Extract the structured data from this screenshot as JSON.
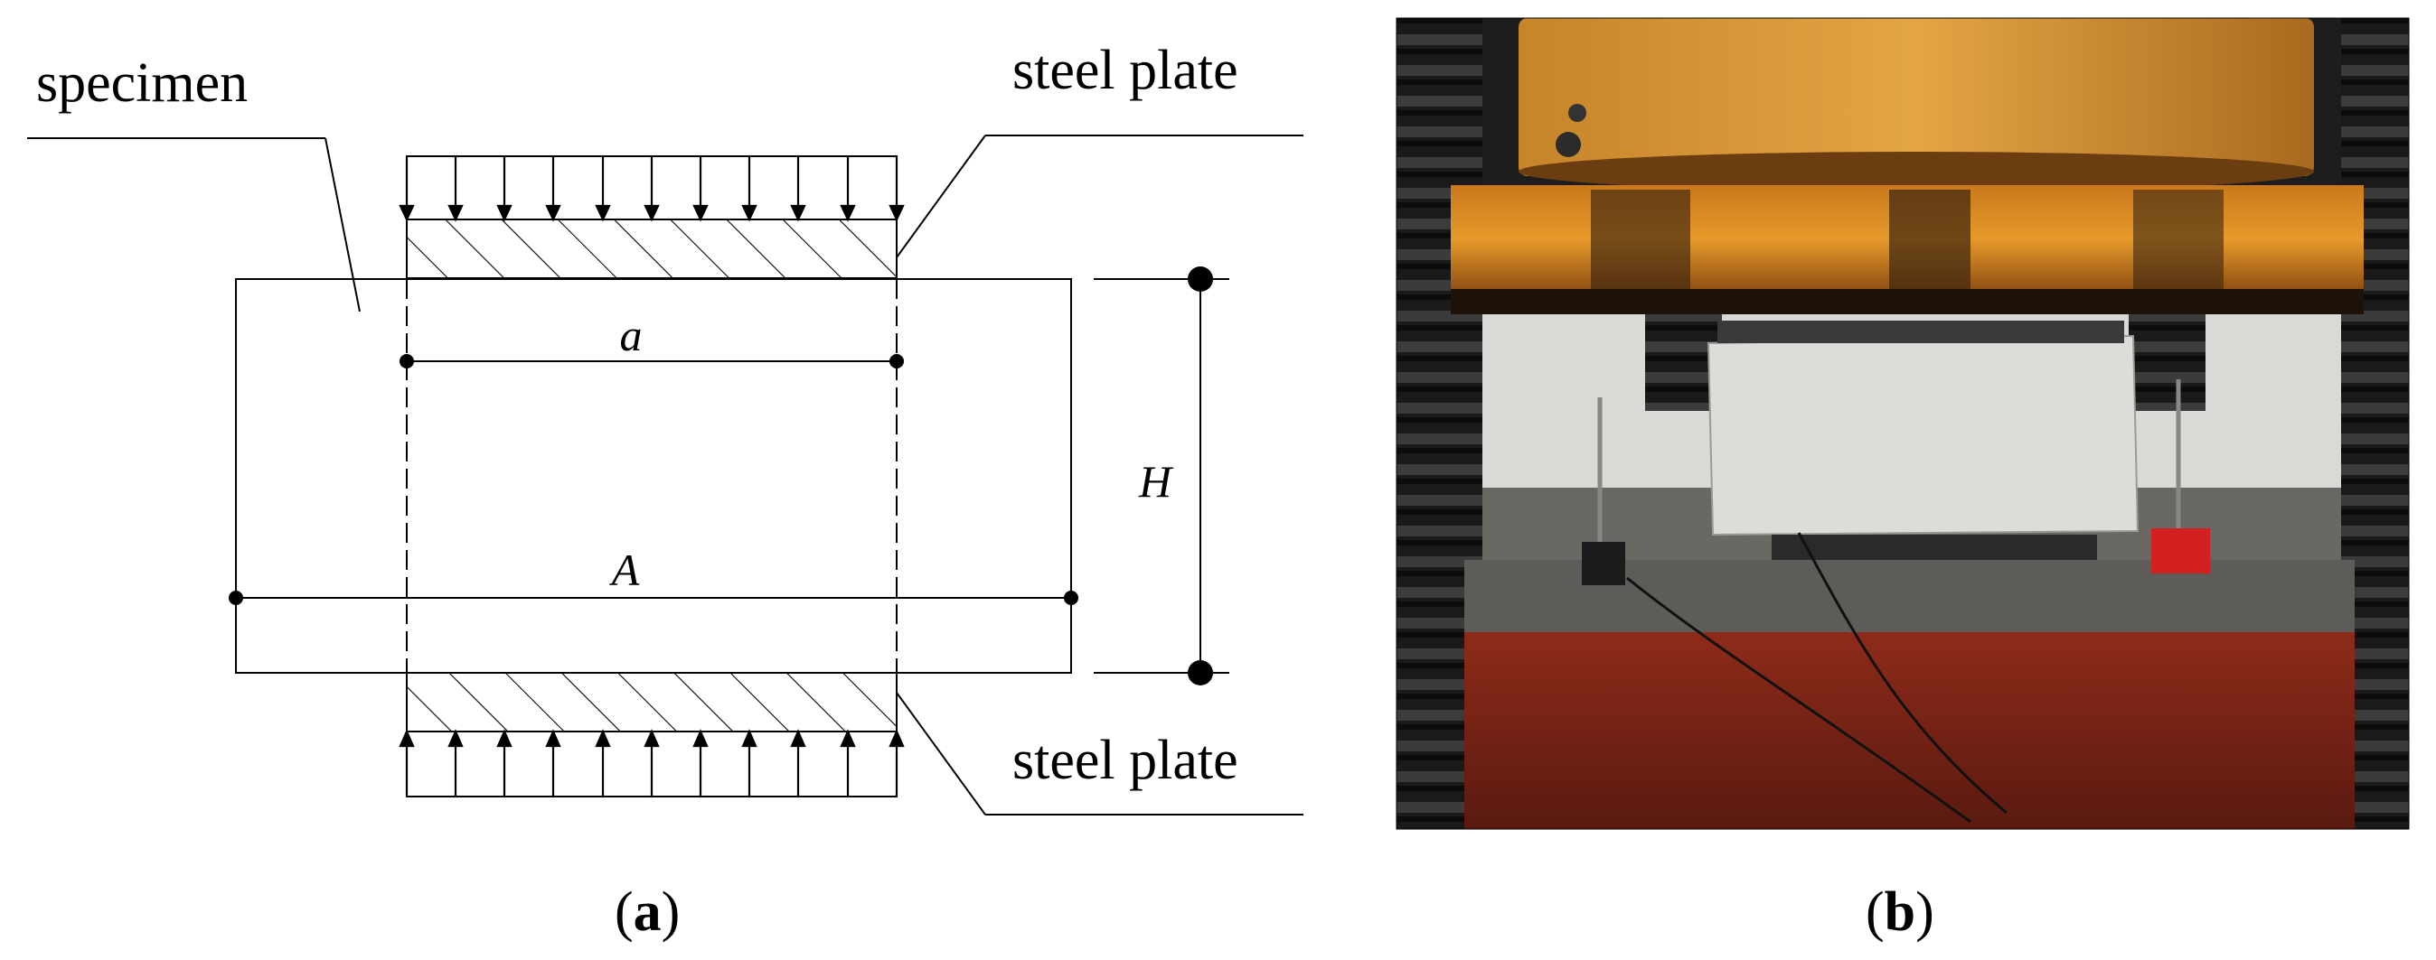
{
  "panel_a": {
    "specimen_label": "specimen",
    "top_plate_label": "steel plate",
    "bottom_plate_label": "steel plate",
    "dimension_a": "a",
    "dimension_A": "A",
    "dimension_H": "H",
    "caption_letter": "a"
  },
  "panel_b": {
    "caption_letter": "b",
    "photo": "compression test setup: specimen between loading press platens with dial gauges"
  }
}
